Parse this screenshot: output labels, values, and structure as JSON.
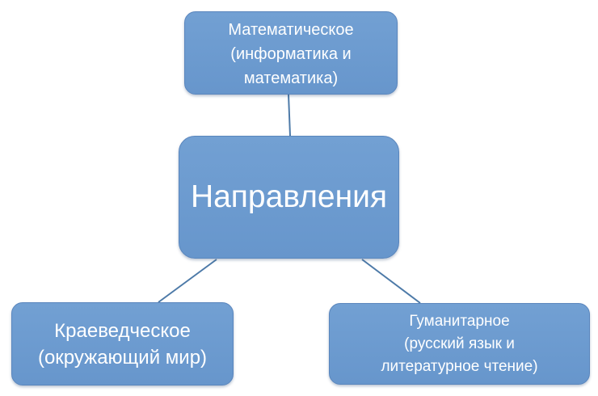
{
  "diagram": {
    "center": {
      "label": "Направления"
    },
    "branches": [
      {
        "label": "Математическое\n(информатика и\nматематика)"
      },
      {
        "label": "Краеведческое\n(окружающий мир)"
      },
      {
        "label": "Гуманитарное\n(русский язык и\nлитературное чтение)"
      }
    ]
  },
  "colors": {
    "node_fill": "#6796cc",
    "node_border": "#5a86bd",
    "connector": "#4d7aa8",
    "text": "#ffffff"
  }
}
